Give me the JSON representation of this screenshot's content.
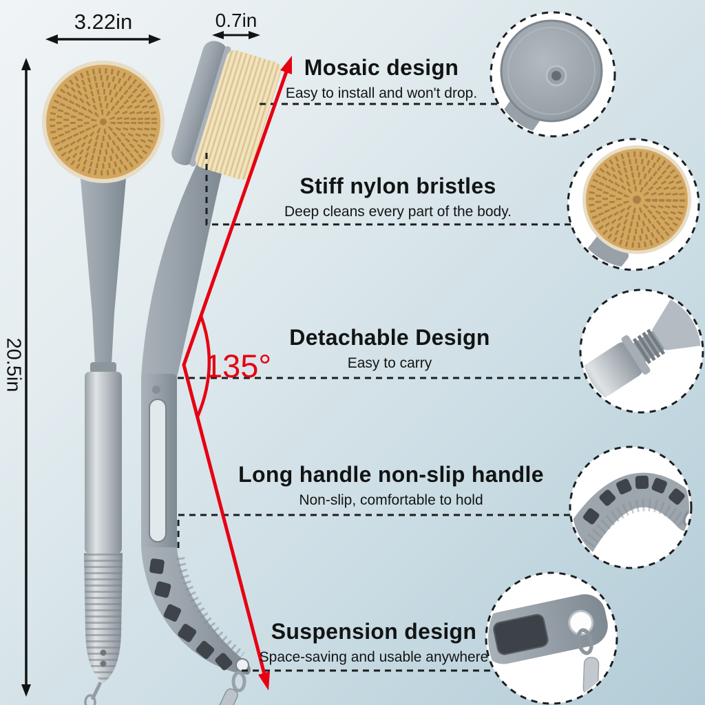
{
  "palette": {
    "background_top": "#f1f4f6",
    "background_bottom": "#b2ccd7",
    "accent_red": "#e60012",
    "text": "#121414",
    "connector_dash": "#1b1e20",
    "brush_gray": "#99a2aa",
    "bristle_tan": "#d4a75e"
  },
  "dimensions": {
    "head_width": "3.22in",
    "head_thickness": "0.7in",
    "total_length": "20.5in",
    "handle_angle": "135°"
  },
  "features": [
    {
      "title": "Mosaic design",
      "subtitle": "Easy to install and won't drop."
    },
    {
      "title": "Stiff nylon bristles",
      "subtitle": "Deep cleans every part of the body."
    },
    {
      "title": "Detachable Design",
      "subtitle": "Easy to carry"
    },
    {
      "title": "Long handle non-slip handle",
      "subtitle": "Non-slip, comfortable to hold"
    },
    {
      "title": "Suspension design",
      "subtitle": "Space-saving and usable anywhere"
    }
  ],
  "inset_images": [
    "brush-head-back-closeup",
    "bristle-face-closeup",
    "detachable-joint-closeup",
    "non-slip-grip-closeup",
    "hanging-hook-closeup"
  ],
  "product_views": [
    "front-view-brush",
    "side-view-brush"
  ]
}
